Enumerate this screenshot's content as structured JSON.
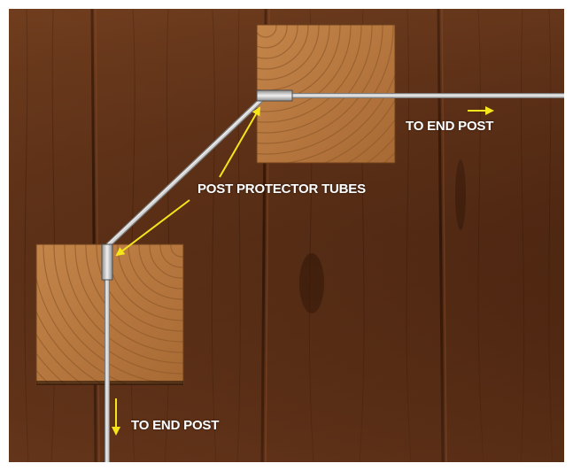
{
  "labels": {
    "post_protector_tubes": "POST PROTECTOR TUBES",
    "to_end_post_right": "TO END POST",
    "to_end_post_bottom": "TO END POST"
  },
  "colors": {
    "deck_wood": "#5a2f17",
    "post_wood": "#b9783e",
    "cable": "#c9c9c9",
    "arrow": "#f5e51b",
    "label_text": "#ffffff"
  },
  "icons": {
    "arrow": "yellow-arrow-icon"
  }
}
